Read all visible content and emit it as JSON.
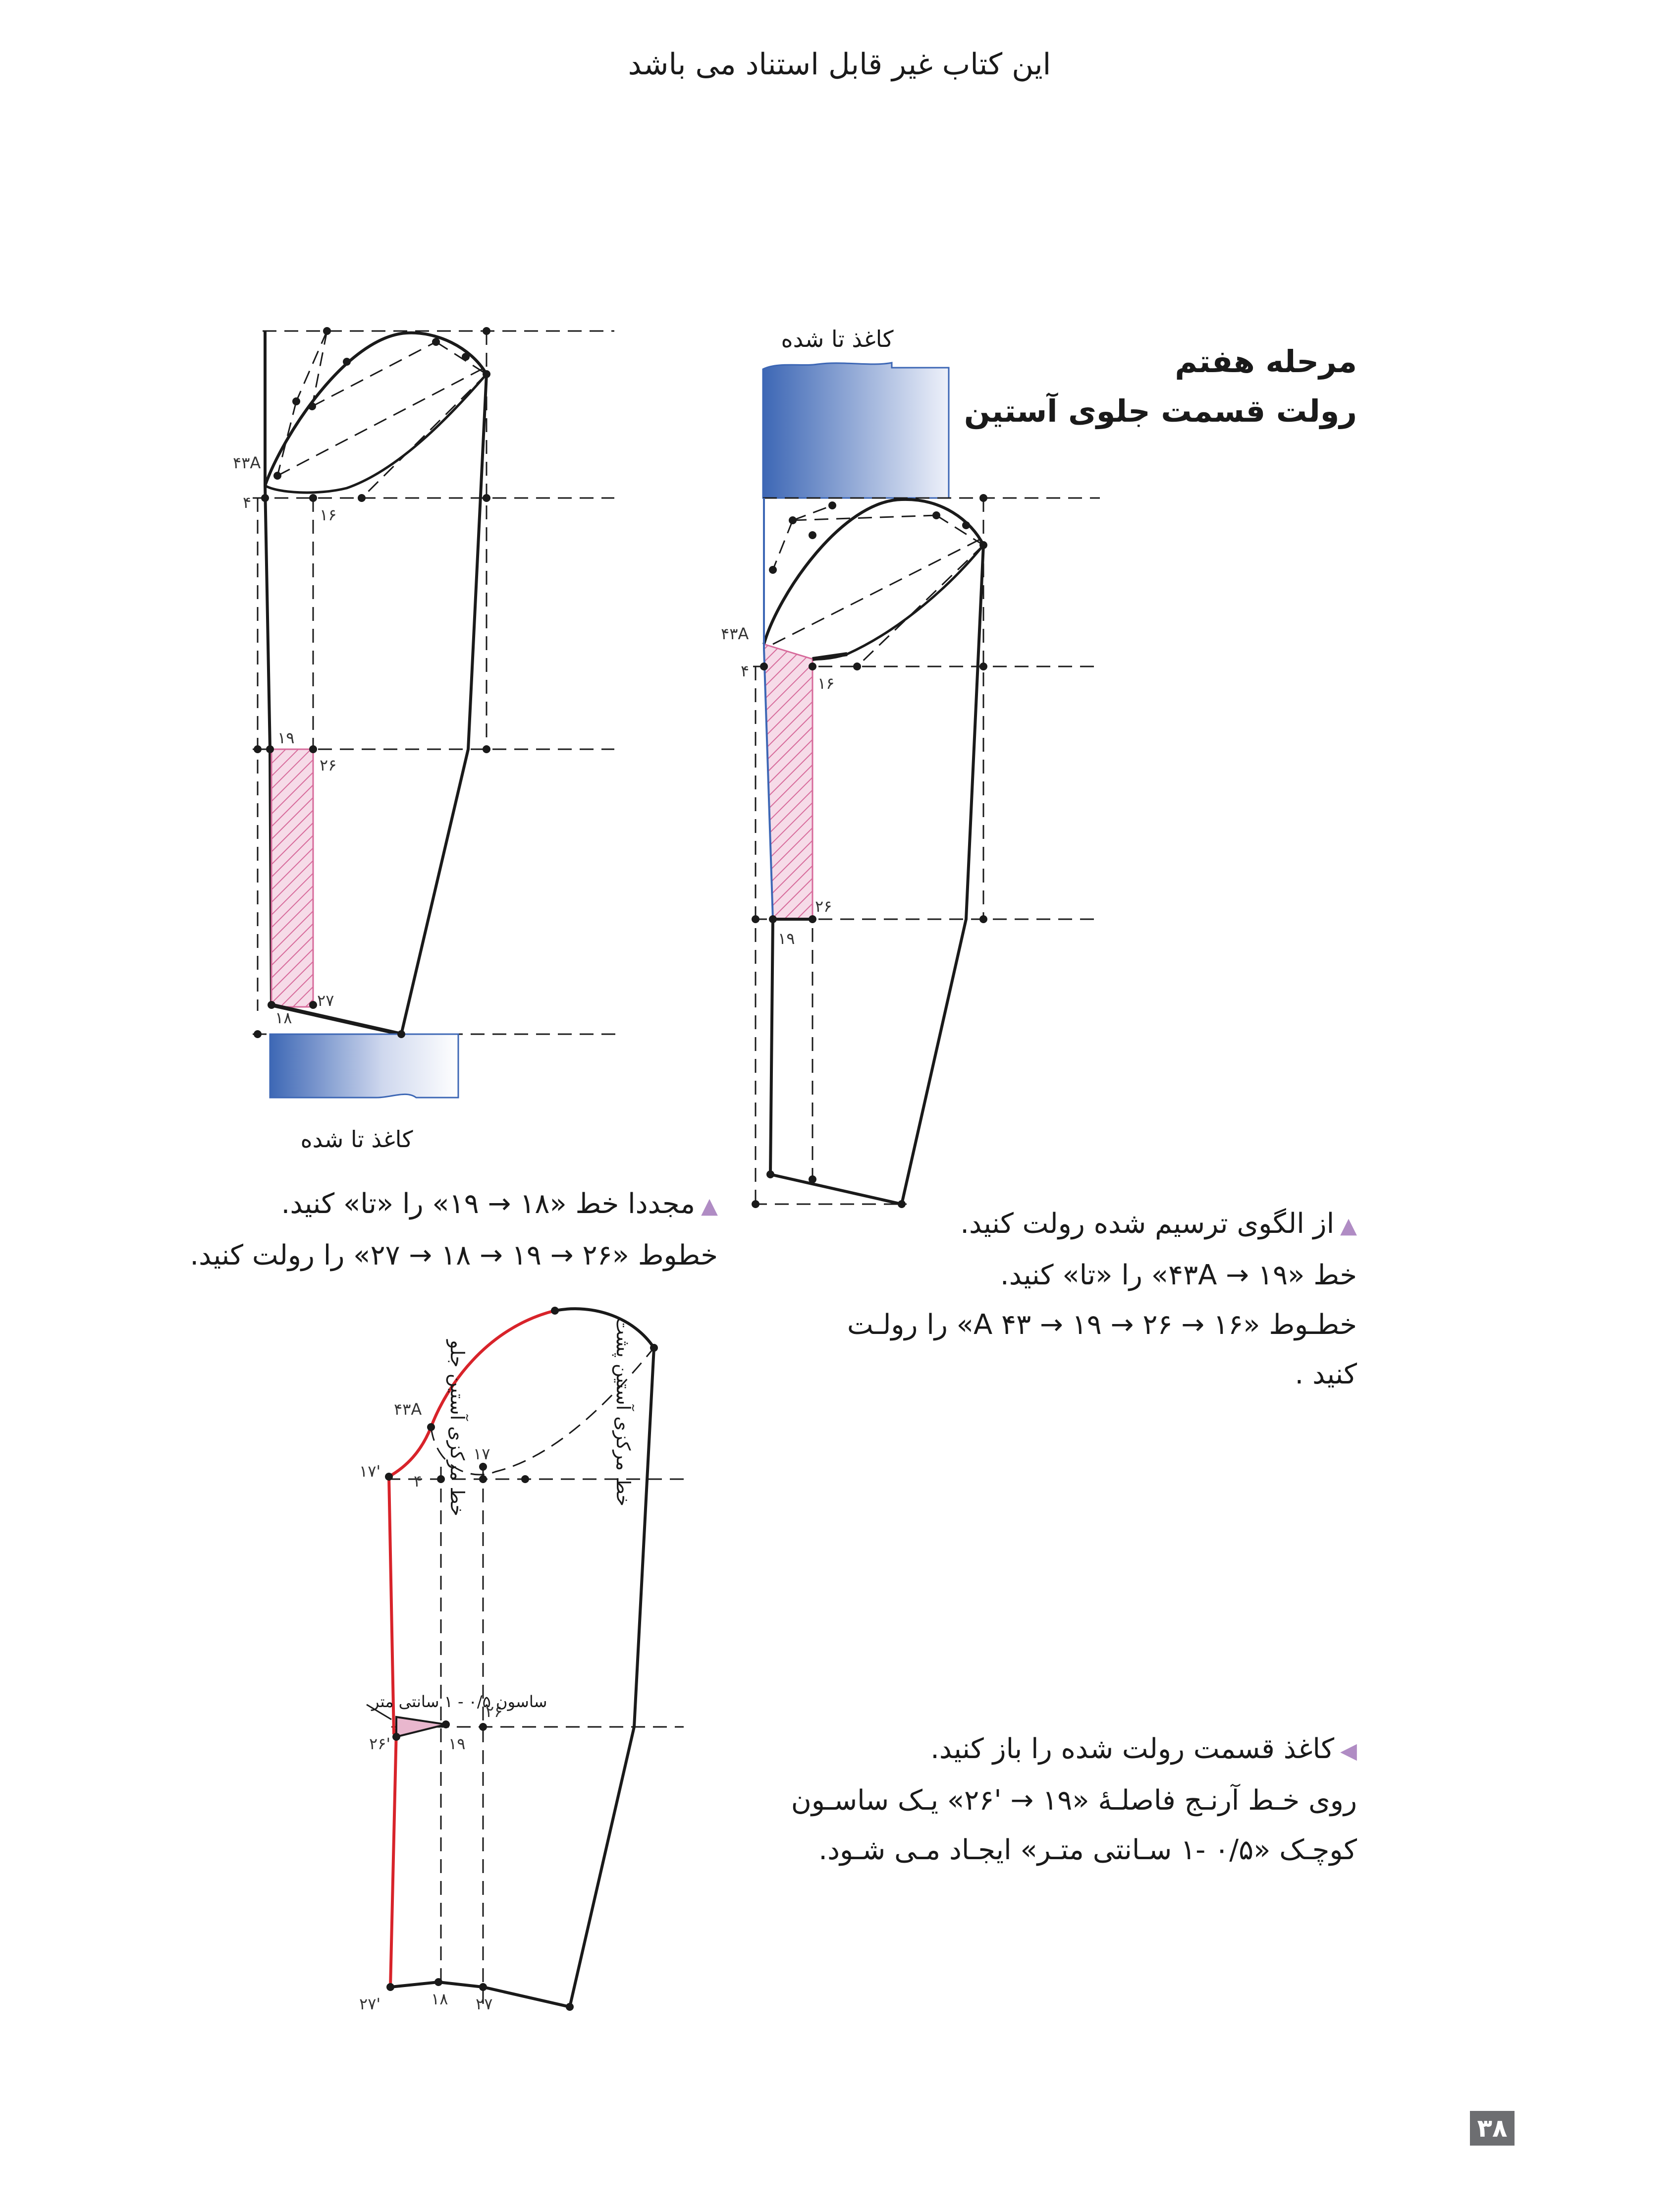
{
  "header": {
    "title": "این کتاب غیر قابل استناد می باشد"
  },
  "section": {
    "step_title": "مرحله هفتم",
    "subtitle": "رولت قسمت جلوی آستین"
  },
  "instructions": {
    "right_top": [
      "از الگوی ترسیم شده رولت کنید.",
      "خط «۱۹ → ۴۳A» را «تا» کنید.",
      "خطـوط «۱۶ → A ۴۳ → ۱۹ → ۲۶» را رولـت",
      "کنید ."
    ],
    "left_top": [
      "مجددا خط «۱۸ → ۱۹» را «تا» کنید.",
      "خطوط «۲۶ → ۱۹ → ۱۸ → ۲۷» را رولت کنید."
    ],
    "right_bottom": [
      "کاغذ قسمت رولت شده را باز کنید.",
      "روی خـط آرنـج فاصلـهٔ «۱۹ → '۲۶» یـک ساسـون",
      "کوچـک «۰/۵ -۱ سـانتی متـر» ایجـاد مـی شـود."
    ]
  },
  "diagrams": {
    "folded_paper_label": "کاغذ تا شده",
    "points": {
      "p43A": "۴۳A",
      "p4": "۴",
      "p16": "۱۶",
      "p19": "۱۹",
      "p26": "۲۶",
      "p18": "۱۸",
      "p27": "۲۷",
      "p17": "۱۷",
      "p17p": "۱۷'",
      "p26p": "۲۶'",
      "p27p": "۲۷'"
    },
    "front_center_line": "خط مرکزی آستین جلو",
    "back_center_line": "خط مرکزی آستین پشت",
    "dart_note": "ساسون ۰/۵ - ۱ سانتی متر",
    "colors": {
      "accent_red": "#d8232a",
      "paper_blue": "#3d67b5",
      "hatch_pink": "#d76b9b",
      "bullet_purple": "#b08cc4"
    }
  },
  "page_number": "۳۸"
}
